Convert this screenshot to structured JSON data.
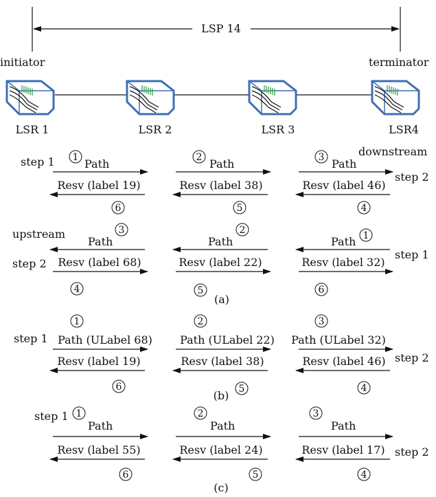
{
  "top": {
    "lsp_label": "LSP 14",
    "initiator": "initiator",
    "terminator": "terminator"
  },
  "routers": [
    "LSR 1",
    "LSR 2",
    "LSR 3",
    "LSR4"
  ],
  "colors": {
    "router_outline": "#3d6fb5",
    "router_accent": "#3aa34a",
    "ink": "#111111"
  },
  "icon_name": "router-icon",
  "section_a_top": {
    "left_step": "step 1",
    "right_note": "downstream",
    "right_step": "step 2",
    "hops": [
      {
        "num": "1",
        "path": "Path",
        "resv": "Resv (label 19)",
        "back_num": "6"
      },
      {
        "num": "2",
        "path": "Path",
        "resv": "Resv (label 38)",
        "back_num": "5"
      },
      {
        "num": "3",
        "path": "Path",
        "resv": "Resv (label 46)",
        "back_num": "4"
      }
    ]
  },
  "section_a_bottom": {
    "left_note": "upstream",
    "left_step": "step 2",
    "right_step": "step 1",
    "label": "(a)",
    "hops": [
      {
        "num": "3",
        "path": "Path",
        "resv": "Resv (label 68)",
        "back_num": "4"
      },
      {
        "num": "2",
        "path": "Path",
        "resv": "Resv (label 22)",
        "back_num": "5"
      },
      {
        "num": "1",
        "path": "Path",
        "resv": "Resv (label 32)",
        "back_num": "6"
      }
    ]
  },
  "section_b": {
    "left_step": "step 1",
    "right_step": "step 2",
    "label": "(b)",
    "hops": [
      {
        "num": "1",
        "path": "Path (ULabel 68)",
        "resv": "Resv (label 19)",
        "back_num": "6"
      },
      {
        "num": "2",
        "path": "Path (ULabel 22)",
        "resv": "Resv (label 38)",
        "back_num": "5"
      },
      {
        "num": "3",
        "path": "Path (ULabel 32)",
        "resv": "Resv (label 46)",
        "back_num": "4"
      }
    ]
  },
  "section_c": {
    "left_step": "step 1",
    "right_step": "step 2",
    "label": "(c)",
    "hops": [
      {
        "num": "1",
        "path": "Path",
        "resv": "Resv (label 55)",
        "back_num": "6"
      },
      {
        "num": "2",
        "path": "Path",
        "resv": "Resv (label 24)",
        "back_num": "5"
      },
      {
        "num": "3",
        "path": "Path",
        "resv": "Resv (label 17)",
        "back_num": "4"
      }
    ]
  }
}
